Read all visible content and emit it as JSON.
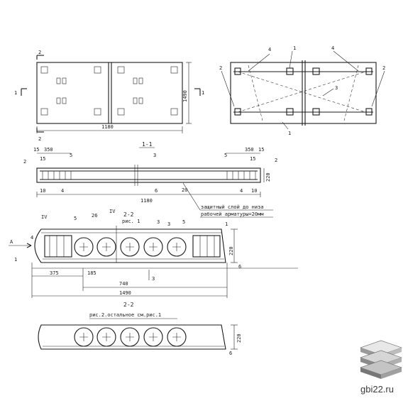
{
  "section_1_1": "1-1",
  "section_2_2": "2-2",
  "view_4": "IV",
  "fig_ref": "рис. 1",
  "cover_note_line1": "защитный слой до низа",
  "cover_note_line2": "рабочей арматуры=20мм",
  "bottom_title_line1": "2-2",
  "bottom_title_line2": "рис.2.остальное см.рис.1",
  "arrow_A": "A",
  "watermark": "gbi22.ru",
  "dims": {
    "len": "1180",
    "width": "1490",
    "height": "220",
    "d15a": "15",
    "d350a": "350",
    "d15b": "15",
    "d350b": "350",
    "d15c": "15",
    "d15d": "15",
    "d10a": "10",
    "d10b": "10",
    "d20": "20",
    "d375": "375",
    "d185": "185",
    "d740": "740",
    "total": "1490",
    "d26": "26"
  },
  "markers": {
    "m1": "1",
    "m2": "2",
    "m3": "3",
    "m4": "4",
    "m5": "5",
    "m6": "6"
  }
}
